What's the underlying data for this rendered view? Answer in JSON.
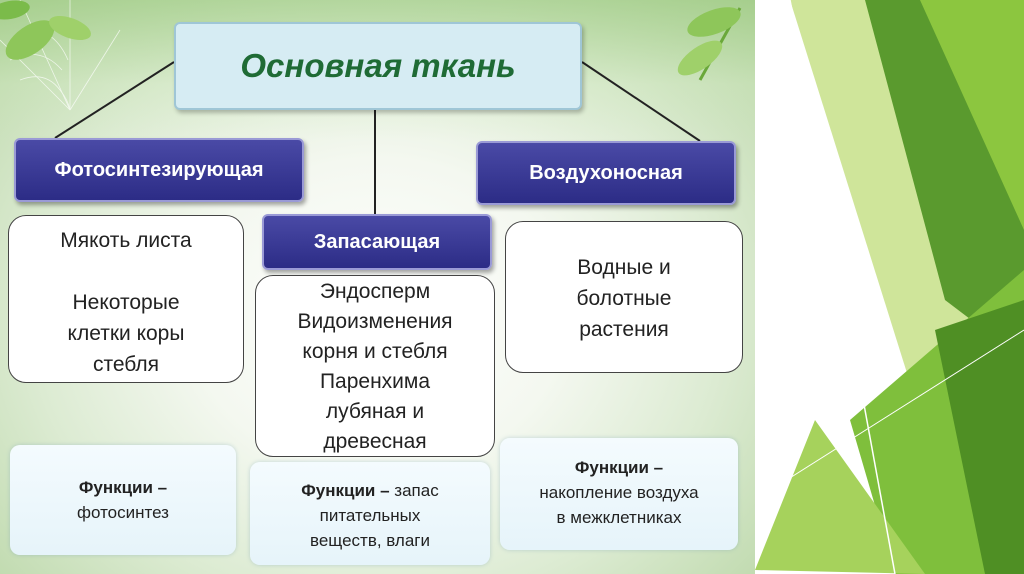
{
  "title": "Основная ткань",
  "categories": [
    {
      "label": "Фотосинтезирующая"
    },
    {
      "label": "Запасающая"
    },
    {
      "label": "Воздухоносная"
    }
  ],
  "descriptions": {
    "photosynthetic": {
      "line1": "Мякоть листа",
      "line2": "Некоторые",
      "line3": "клетки коры",
      "line4": "стебля"
    },
    "storage": {
      "line1": "Эндосперм",
      "line2": "Видоизменения",
      "line3": "корня и стебля",
      "line4": "Паренхима",
      "line5": "лубяная и",
      "line6": "древесная"
    },
    "air": {
      "line1": "Водные и",
      "line2": "болотные",
      "line3": "растения"
    }
  },
  "functions": {
    "photosynthetic": {
      "label": "Функции –",
      "line1": "фотосинтез"
    },
    "storage": {
      "label": "Функции –",
      "rest": " запас",
      "line2": "питательных",
      "line3": "веществ, влаги"
    },
    "air": {
      "label": "Функции –",
      "line1": "накопление воздуха",
      "line2": "в межклетниках"
    }
  },
  "colors": {
    "title_text": "#1f6b35",
    "title_bg": "#d6ecf3",
    "category_bg": "#2c2c86",
    "accent_green": "#8cc63f"
  },
  "icons": [
    "leaf-icon",
    "spiderweb-icon",
    "geometric-green-shapes"
  ]
}
